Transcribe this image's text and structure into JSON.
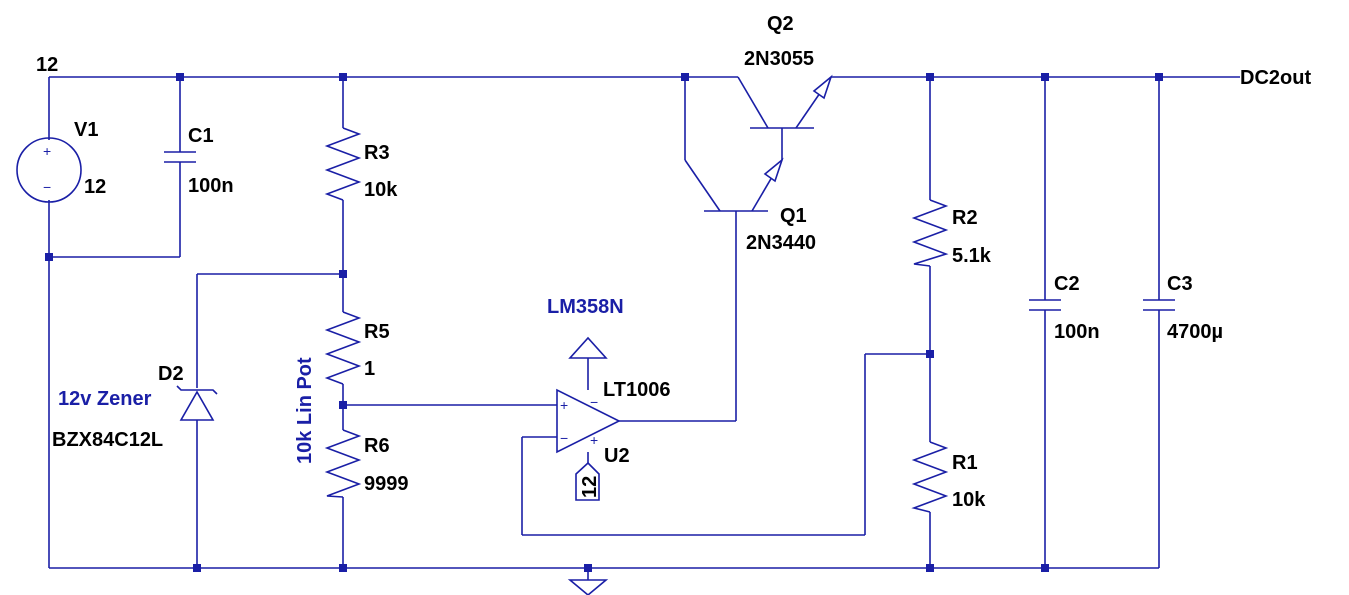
{
  "nets": {
    "supply": "12",
    "output": "DC2out"
  },
  "components": {
    "v1": {
      "ref": "V1",
      "value": "12"
    },
    "c1": {
      "ref": "C1",
      "value": "100n"
    },
    "r3": {
      "ref": "R3",
      "value": "10k"
    },
    "r5": {
      "ref": "R5",
      "value": "1"
    },
    "r6": {
      "ref": "R6",
      "value": "9999"
    },
    "pot_note": "10k Lin Pot",
    "d2": {
      "ref": "D2",
      "note": "12v Zener",
      "value": "BZX84C12L"
    },
    "q2": {
      "ref": "Q2",
      "value": "2N3055"
    },
    "q1": {
      "ref": "Q1",
      "value": "2N3440"
    },
    "r2": {
      "ref": "R2",
      "value": "5.1k"
    },
    "r1": {
      "ref": "R1",
      "value": "10k"
    },
    "c2": {
      "ref": "C2",
      "value": "100n"
    },
    "c3": {
      "ref": "C3",
      "value": "4700µ"
    },
    "u2": {
      "ref": "U2",
      "value": "LT1006",
      "note": "LM358N",
      "supply": "12",
      "plus": "+",
      "minus": "−"
    }
  },
  "source_symbols": {
    "plus": "+",
    "minus": "−"
  }
}
